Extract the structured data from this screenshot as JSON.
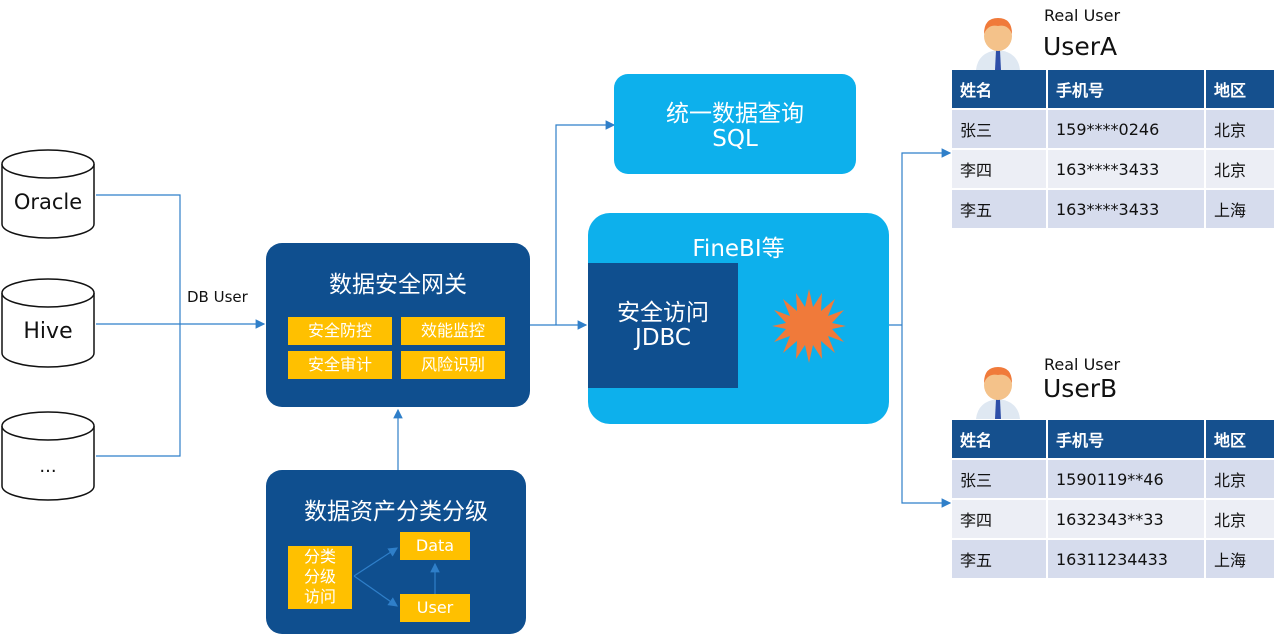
{
  "databases": [
    "Oracle",
    "Hive",
    "..."
  ],
  "db_user_label": "DB User",
  "gateway": {
    "title": "数据安全网关",
    "features": [
      "安全防控",
      "效能监控",
      "安全审计",
      "风险识别"
    ]
  },
  "classification": {
    "title": "数据资产分类分级",
    "access_box": [
      "分类",
      "分级",
      "访问"
    ],
    "data_label": "Data",
    "user_label": "User"
  },
  "query_box": {
    "line1": "统一数据查询",
    "line2": "SQL"
  },
  "finebi": {
    "title": "FineBI等",
    "inner_line1": "安全访问",
    "inner_line2": "JDBC"
  },
  "user_a": {
    "caption": "Real User",
    "name": "UserA",
    "headers": [
      "姓名",
      "手机号",
      "地区"
    ],
    "rows": [
      [
        "张三",
        "159****0246",
        "北京"
      ],
      [
        "李四",
        "163****3433",
        "北京"
      ],
      [
        "李五",
        "163****3433",
        "上海"
      ]
    ]
  },
  "user_b": {
    "caption": "Real User",
    "name": "UserB",
    "headers": [
      "姓名",
      "手机号",
      "地区"
    ],
    "rows": [
      [
        "张三",
        "1590119**46",
        "北京"
      ],
      [
        "李四",
        "1632343**33",
        "北京"
      ],
      [
        "李五",
        "16311234433",
        "上海"
      ]
    ]
  },
  "colors": {
    "navy": "#0f4f8f",
    "cyan": "#0db0ec",
    "tag": "#ffc000",
    "star": "#f07a3a",
    "line": "#2f7fc9"
  }
}
